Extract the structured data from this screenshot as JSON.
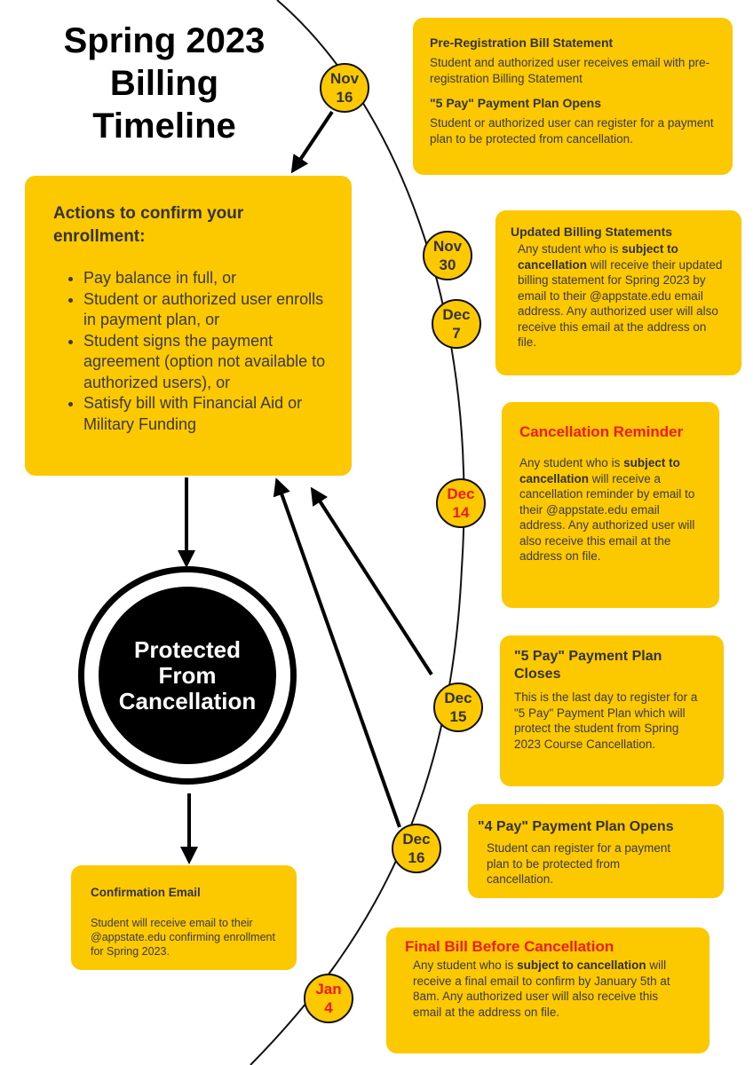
{
  "title_lines": [
    "Spring 2023",
    "Billing",
    "Timeline"
  ],
  "actions": {
    "title": "Actions to confirm your enrollment:",
    "items": [
      "Pay balance in full, or",
      "Student or authorized user enrolls in payment plan, or",
      "Student signs the payment agreement (option not available to authorized users), or",
      "Satisfy bill with Financial Aid or Military Funding"
    ]
  },
  "protected": [
    "Protected",
    "From",
    "Cancellation"
  ],
  "confirmation": {
    "title": "Confirmation Email",
    "body": "Student will receive email to their @appstate.edu confirming enrollment for Spring 2023."
  },
  "dates": [
    {
      "month": "Nov",
      "day": "16"
    },
    {
      "month": "Nov",
      "day": "30"
    },
    {
      "month": "Dec",
      "day": "7"
    },
    {
      "month": "Dec",
      "day": "14"
    },
    {
      "month": "Dec",
      "day": "15"
    },
    {
      "month": "Dec",
      "day": "16"
    },
    {
      "month": "Jan",
      "day": "4"
    }
  ],
  "cards": {
    "prereg": {
      "title": "Pre-Registration Bill Statement",
      "body": "Student and authorized user receives email with pre-registration Billing Statement"
    },
    "fivepay_open": {
      "title": "\"5 Pay\" Payment Plan Opens",
      "body": "Student or authorized user can register for a payment plan to be protected from cancellation."
    },
    "updated": {
      "title": "Updated Billing Statements",
      "pre": "Any student who is ",
      "bold": "subject to cancellation",
      "post": " will receive their updated billing statement for Spring 2023 by email to their @appstate.edu email address. Any authorized user will also receive this email at the address on file."
    },
    "reminder": {
      "title": "Cancellation Reminder",
      "pre": "Any student who is ",
      "bold": "subject to cancellation",
      "post": " will receive a cancellation reminder by email to their @appstate.edu email address. Any authorized user will also receive this email at the address on file."
    },
    "fivepay_close": {
      "title": "\"5 Pay\" Payment Plan Closes",
      "body": "This is the last day to register for a \"5 Pay\" Payment Plan which will protect the student from Spring 2023 Course Cancellation."
    },
    "fourpay": {
      "title": "\"4 Pay\" Payment Plan Opens",
      "body": "Student can register for a payment plan to be protected from cancellation."
    },
    "final": {
      "title": "Final Bill Before Cancellation",
      "pre": "Any student who is ",
      "bold": "subject to cancellation",
      "post": " will receive a final email to confirm by January 5th at 8am. Any authorized user will also receive this email at the address on file."
    }
  },
  "colors": {
    "card": "#fcc800",
    "highlight": "#ee1c1c",
    "dark": "#000000"
  }
}
